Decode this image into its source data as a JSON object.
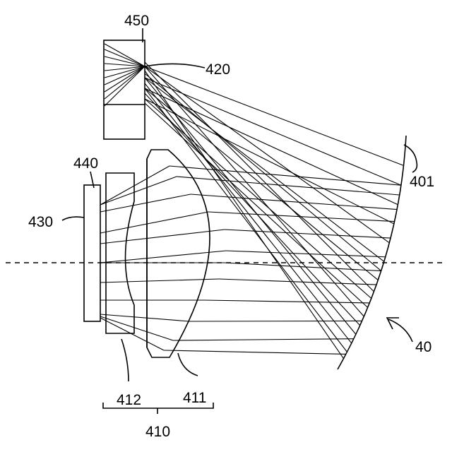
{
  "labels": {
    "l450": "450",
    "l420": "420",
    "l440": "440",
    "l430": "430",
    "l401": "401",
    "l40": "40",
    "l412": "412",
    "l411": "411",
    "l410": "410"
  },
  "optical_axis": "dashed"
}
